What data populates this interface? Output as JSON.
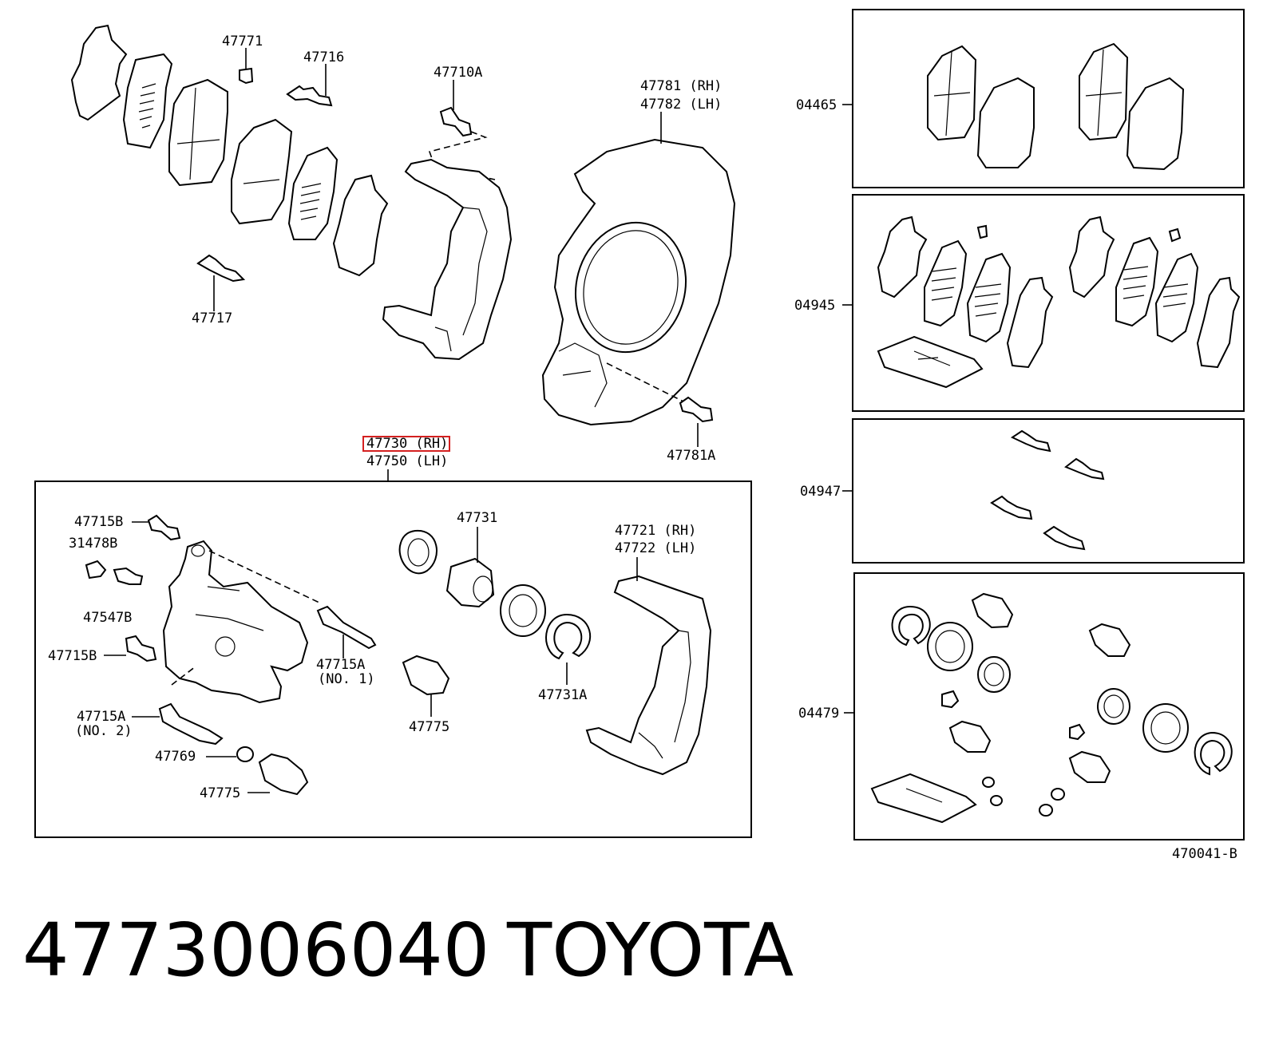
{
  "labels": {
    "p47771": "47771",
    "p47716": "47716",
    "p47710A": "47710A",
    "p47781": "47781 (RH)",
    "p47782": "47782 (LH)",
    "p47717": "47717",
    "p47781A": "47781A",
    "p47730": "47730 (RH)",
    "p47750": "47750 (LH)",
    "p47715B_a": "47715B",
    "p31478B": "31478B",
    "p47547B": "47547B",
    "p47715B_b": "47715B",
    "p47715A_no1": "47715A",
    "no1": "(NO. 1)",
    "p47715A_no2": "47715A",
    "no2": "(NO. 2)",
    "p47769": "47769",
    "p47775_a": "47775",
    "p47731": "47731",
    "p47775_b": "47775",
    "p47731A": "47731A",
    "p47721": "47721 (RH)",
    "p47722": "47722 (LH)",
    "k04465": "04465",
    "k04945": "04945",
    "k04947": "04947",
    "k04479": "04479",
    "diagram_id": "470041-B"
  },
  "caption": {
    "part_number": "4773006040",
    "brand": "TOYOTA"
  },
  "colors": {
    "highlight": "#d42020",
    "line": "#000000"
  }
}
